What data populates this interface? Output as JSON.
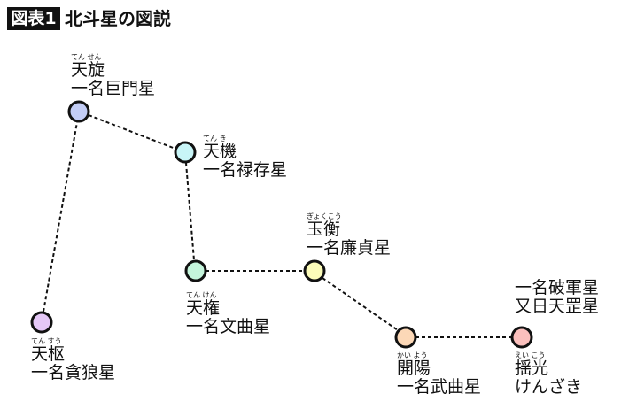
{
  "header": {
    "badge": "図表1",
    "title": "北斗星の図説"
  },
  "stars": [
    {
      "id": "tensen",
      "ruby": "てん せん",
      "name": "天旋",
      "alias": "一名巨門星",
      "color": "#c3cdf5"
    },
    {
      "id": "tenki",
      "ruby": "てん き",
      "name": "天機",
      "alias": "一名禄存星",
      "color": "#c8f5f7"
    },
    {
      "id": "tenken",
      "ruby": "てん けん",
      "name": "天権",
      "alias": "一名文曲星",
      "color": "#c5f5dc"
    },
    {
      "id": "gyokko",
      "ruby": "ぎょくこう",
      "name": "玉衡",
      "alias": "一名廉貞星",
      "color": "#fbfbb9"
    },
    {
      "id": "kaiyo",
      "ruby": "かい よう",
      "name": "開陽",
      "alias": "一名武曲星",
      "color": "#fcd8b7"
    },
    {
      "id": "eiko",
      "ruby": "えい こう",
      "name": "揺光",
      "alias": "けんざき",
      "extra1": "一名破軍星",
      "extra2": "又日天罡星",
      "color": "#fbc0bd"
    },
    {
      "id": "tensu",
      "ruby": "てん すう",
      "name": "天枢",
      "alias": "一名貪狼星",
      "color": "#e5c8f7"
    }
  ]
}
